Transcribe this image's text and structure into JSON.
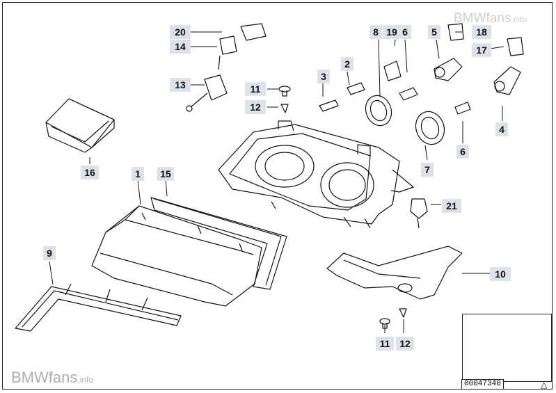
{
  "watermark": {
    "brand": "BMWfans",
    "suffix": ".info"
  },
  "diagram_number": "00047340",
  "corner_mark": "△",
  "labels": [
    {
      "id": "1",
      "text": "1"
    },
    {
      "id": "15",
      "text": "15"
    },
    {
      "id": "16",
      "text": "16"
    },
    {
      "id": "9",
      "text": "9"
    },
    {
      "id": "10",
      "text": "10"
    },
    {
      "id": "21",
      "text": "21"
    },
    {
      "id": "2",
      "text": "2"
    },
    {
      "id": "3",
      "text": "3"
    },
    {
      "id": "4",
      "text": "4"
    },
    {
      "id": "5",
      "text": "5"
    },
    {
      "id": "6a",
      "text": "6"
    },
    {
      "id": "6b",
      "text": "6"
    },
    {
      "id": "7",
      "text": "7"
    },
    {
      "id": "8",
      "text": "8"
    },
    {
      "id": "19",
      "text": "19"
    },
    {
      "id": "18",
      "text": "18"
    },
    {
      "id": "17",
      "text": "17"
    },
    {
      "id": "20",
      "text": "20"
    },
    {
      "id": "14",
      "text": "14"
    },
    {
      "id": "13",
      "text": "13"
    },
    {
      "id": "11a",
      "text": "11"
    },
    {
      "id": "12a",
      "text": "12"
    },
    {
      "id": "11b",
      "text": "11"
    },
    {
      "id": "12b",
      "text": "12"
    }
  ]
}
